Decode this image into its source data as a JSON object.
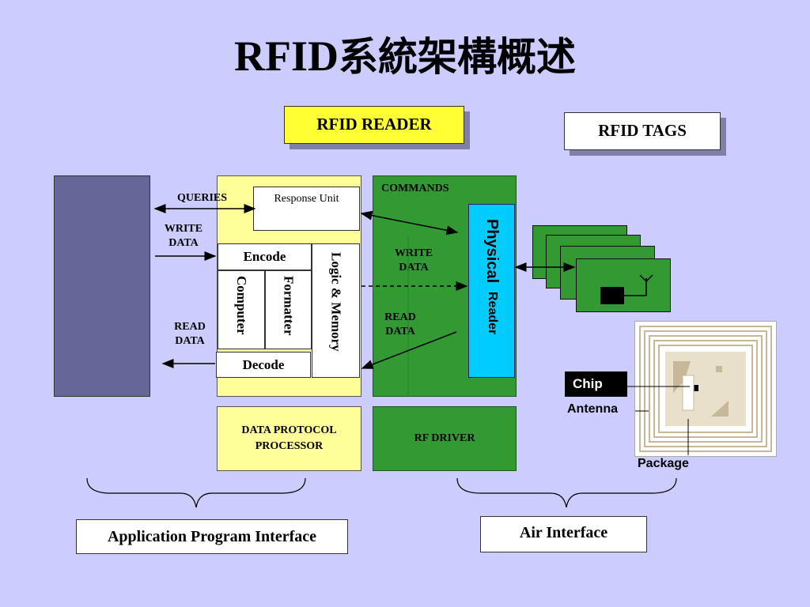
{
  "slide": {
    "title_latin": "RFID",
    "title_cjk": "系統架構概述"
  },
  "headers": {
    "reader": "RFID READER",
    "tags": "RFID TAGS"
  },
  "flow_labels": {
    "queries": "QUERIES",
    "write_data_left": "WRITE\nDATA",
    "read_data_left": "READ\nDATA",
    "commands": "COMMANDS",
    "write_data_right": "WRITE\nDATA",
    "read_data_right": "READ\nDATA"
  },
  "protocol_processor": {
    "response_unit": "Response Unit",
    "encode": "Encode",
    "computer": "Computer",
    "formatter": "Formatter",
    "decode": "Decode",
    "logic_memory": "Logic & Memory",
    "label": "DATA PROTOCOL\nPROCESSOR"
  },
  "physical_reader": {
    "line1": "Physical",
    "line2": "Reader"
  },
  "rf_driver": {
    "label": "RF DRIVER"
  },
  "tag_parts": {
    "chip": "Chip",
    "antenna": "Antenna",
    "package": "Package"
  },
  "interfaces": {
    "api": "Application Program Interface",
    "air": "Air Interface"
  },
  "colors": {
    "background": "#ccccff",
    "reader_header": "#ffff33",
    "app_block": "#666699",
    "protocol_block": "#ffff99",
    "rf_block": "#339933",
    "physical_reader": "#00ccff"
  }
}
